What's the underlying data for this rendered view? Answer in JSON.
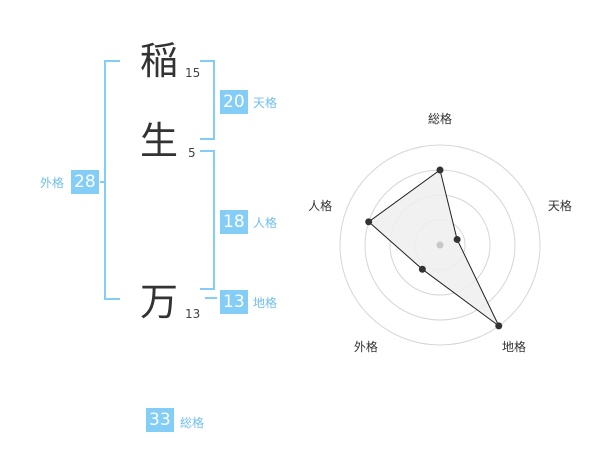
{
  "name": {
    "chars": [
      {
        "char": "稲",
        "strokes": "15"
      },
      {
        "char": "生",
        "strokes": "5"
      },
      {
        "char": "万",
        "strokes": "13"
      }
    ]
  },
  "fortune": {
    "ten": {
      "label": "天格",
      "value": "20"
    },
    "jin": {
      "label": "人格",
      "value": "18"
    },
    "chi": {
      "label": "地格",
      "value": "13"
    },
    "gai": {
      "label": "外格",
      "value": "28"
    },
    "so": {
      "label": "総格",
      "value": "33"
    }
  },
  "chart_data": {
    "type": "radar",
    "axes": [
      "総格",
      "天格",
      "地格",
      "外格",
      "人格"
    ],
    "values": [
      0.75,
      0.18,
      1.0,
      0.3,
      0.75
    ],
    "range": [
      0,
      1
    ],
    "rings": 4,
    "colors": {
      "fill": "#eeeeee",
      "line": "#222222",
      "grid": "#d6d6d6",
      "point": "#333333",
      "center": "#c8c8c8"
    }
  }
}
